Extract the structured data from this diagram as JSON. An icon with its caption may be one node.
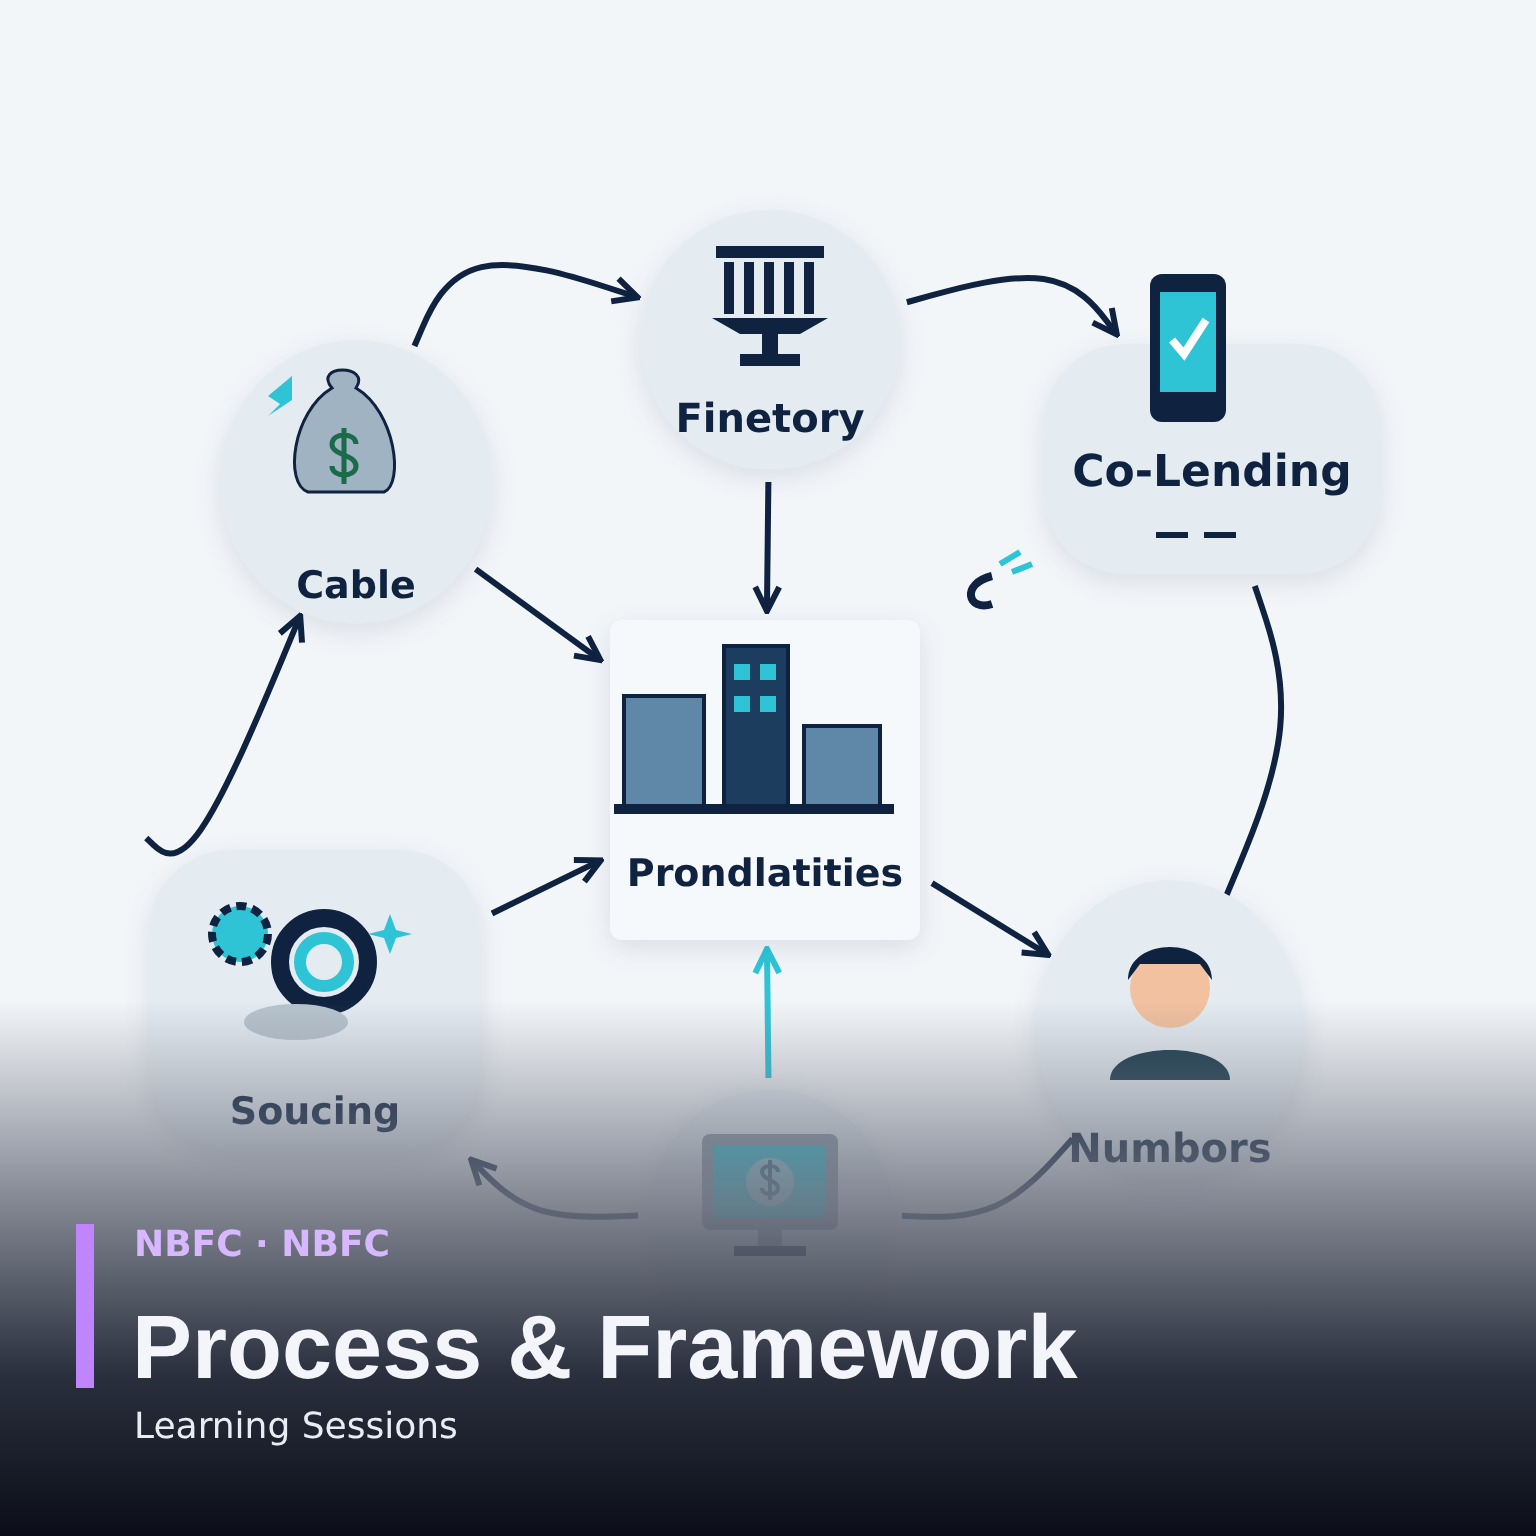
{
  "diagram": {
    "title": "Process & Framework",
    "nodes": [
      {
        "text": [
          "Finetory"
        ]
      },
      {
        "text": [
          "Co-Lending"
        ]
      },
      {
        "text": [
          "Cable"
        ]
      },
      {
        "text": [
          "Prondlatities"
        ]
      },
      {
        "text": [
          "Numbors"
        ]
      },
      {
        "text": [
          "Soucing"
        ]
      },
      {
        "text": [],
        "shape": "picture"
      }
    ],
    "edges": [
      {
        "from": 2,
        "to": 0,
        "arrow": "to"
      },
      {
        "from": 0,
        "to": 1,
        "arrow": "to"
      },
      {
        "from": 1,
        "to": 4,
        "arrow": "none"
      },
      {
        "from": 4,
        "to": 6,
        "arrow": "none"
      },
      {
        "from": 6,
        "to": 5,
        "arrow": "to"
      },
      {
        "from": 5,
        "to": 2,
        "arrow": "to"
      },
      {
        "from": 0,
        "to": 3,
        "arrow": "to"
      },
      {
        "from": 2,
        "to": 3,
        "arrow": "to"
      },
      {
        "from": 5,
        "to": 3,
        "arrow": "to"
      },
      {
        "from": 3,
        "to": 4,
        "arrow": "to"
      },
      {
        "from": 6,
        "to": 3,
        "arrow": "to",
        "color": "#2ec4d6"
      }
    ],
    "labels": [
      "NBFC · NBFC",
      "Learning Sessions"
    ]
  }
}
